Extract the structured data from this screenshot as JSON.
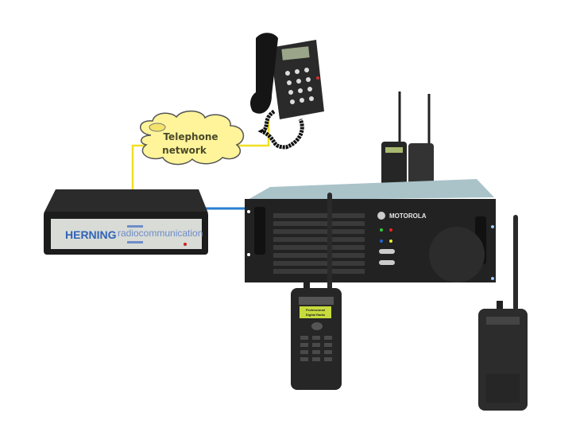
{
  "cloud": {
    "line1": "Telephone",
    "line2": "network"
  },
  "interface_box": {
    "brand": "HERNING",
    "subtitle": "radiocommunication"
  },
  "repeater": {
    "brand": "MOTOROLA"
  },
  "radio_display": {
    "line1": "Professional",
    "line2": "Digital Radio"
  },
  "colors": {
    "phone_line": "#f0e020",
    "data_line": "#2a7fd0",
    "cloud_fill": "#fff49a"
  }
}
